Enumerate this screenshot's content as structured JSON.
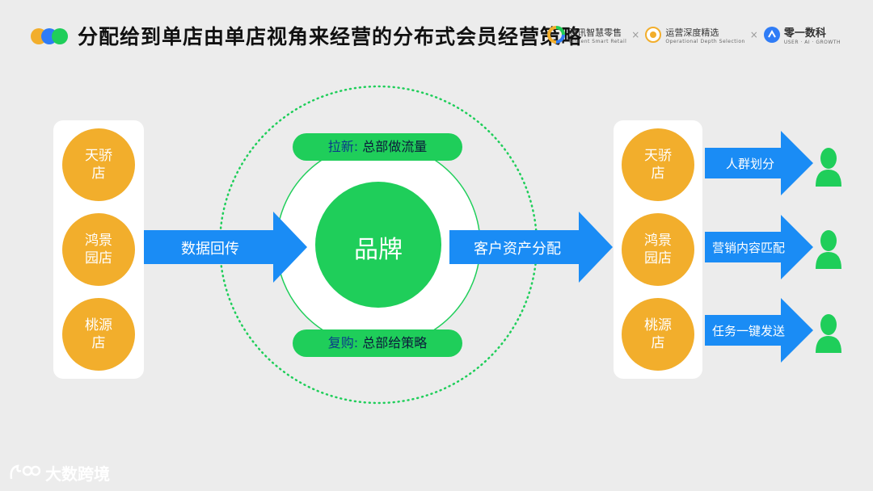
{
  "header": {
    "title": "分配给到单店由单店视角来经营的分布式会员经营策略",
    "dot_colors": [
      "#f2ae2c",
      "#2f7cf6",
      "#1fce5a"
    ],
    "logos": [
      {
        "name": "腾讯智慧零售",
        "sub": "Tencent Smart Retail"
      },
      {
        "name": "运营深度精选",
        "sub": "Operational Depth Selection"
      },
      {
        "name": "零一数科",
        "sub": "USER · AI · GROWTH"
      }
    ],
    "separator": "×"
  },
  "left_stores": [
    "天骄店",
    "鸿景园店",
    "桃源店"
  ],
  "left_store_lines": [
    [
      "天骄",
      "店"
    ],
    [
      "鸿景",
      "园店"
    ],
    [
      "桃源",
      "店"
    ]
  ],
  "arrow_in": "数据回传",
  "brand": "品牌",
  "pill_top": {
    "key": "拉新",
    "value": "总部做流量"
  },
  "pill_bottom": {
    "key": "复购",
    "value": "总部给策略"
  },
  "pill_sep": ":",
  "arrow_out": "客户资产分配",
  "right_stores": [
    [
      "天骄",
      "店"
    ],
    [
      "鸿景",
      "园店"
    ],
    [
      "桃源",
      "店"
    ]
  ],
  "actions": [
    "人群划分",
    "营销内容匹配",
    "任务一键发送"
  ],
  "icons": [
    "user-icon",
    "user-icon",
    "user-icon"
  ],
  "colors": {
    "orange": "#f2ae2c",
    "blue": "#1a8cf5",
    "green": "#1fce5a"
  },
  "footer": {
    "brand": "大数跨境"
  }
}
